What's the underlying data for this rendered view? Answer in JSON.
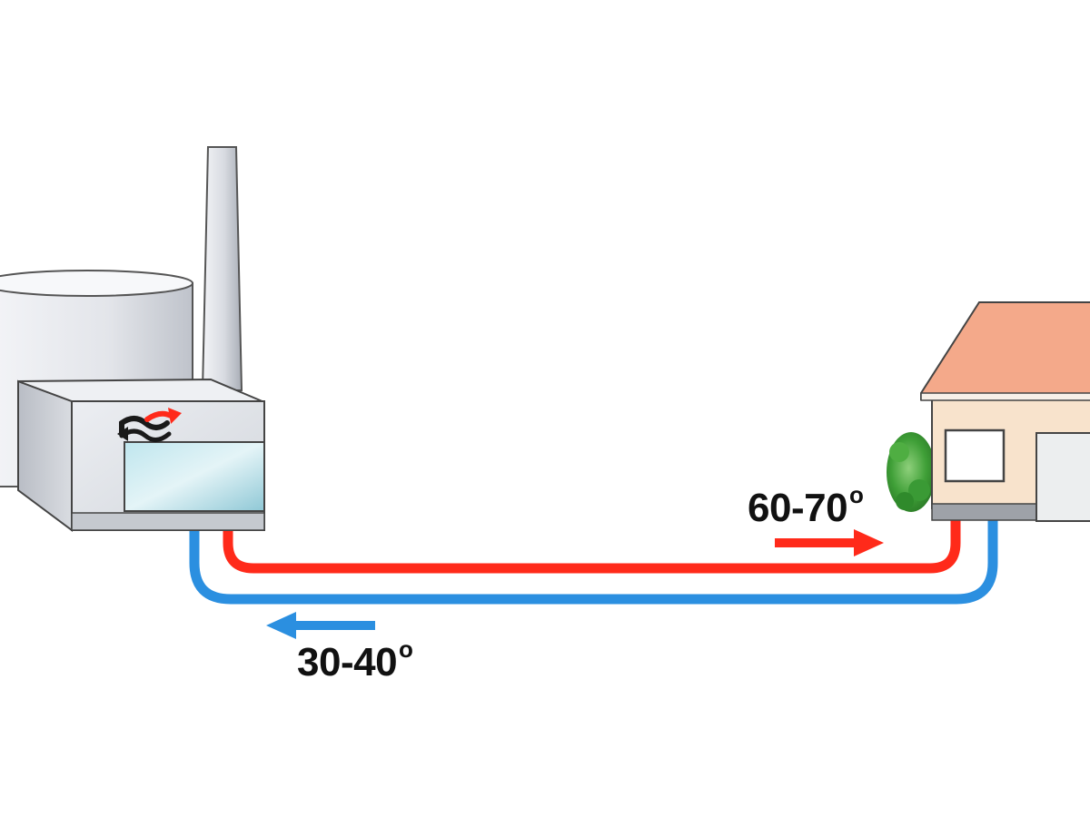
{
  "labels": {
    "supply_temp": "60-70",
    "return_temp": "30-40",
    "degree_mark": "o"
  },
  "colors": {
    "supply_pipe": "#ff2a1a",
    "return_pipe": "#2b8fe0",
    "roof": "#f4a98a",
    "wall": "#f8e3cc",
    "factory_body": "#e6e8ec",
    "hedge": "#3c9a33"
  },
  "icons": {
    "factory_logo": "heat-exchange-logo-icon",
    "supply_arrow": "arrow-right-icon",
    "return_arrow": "arrow-left-icon"
  }
}
